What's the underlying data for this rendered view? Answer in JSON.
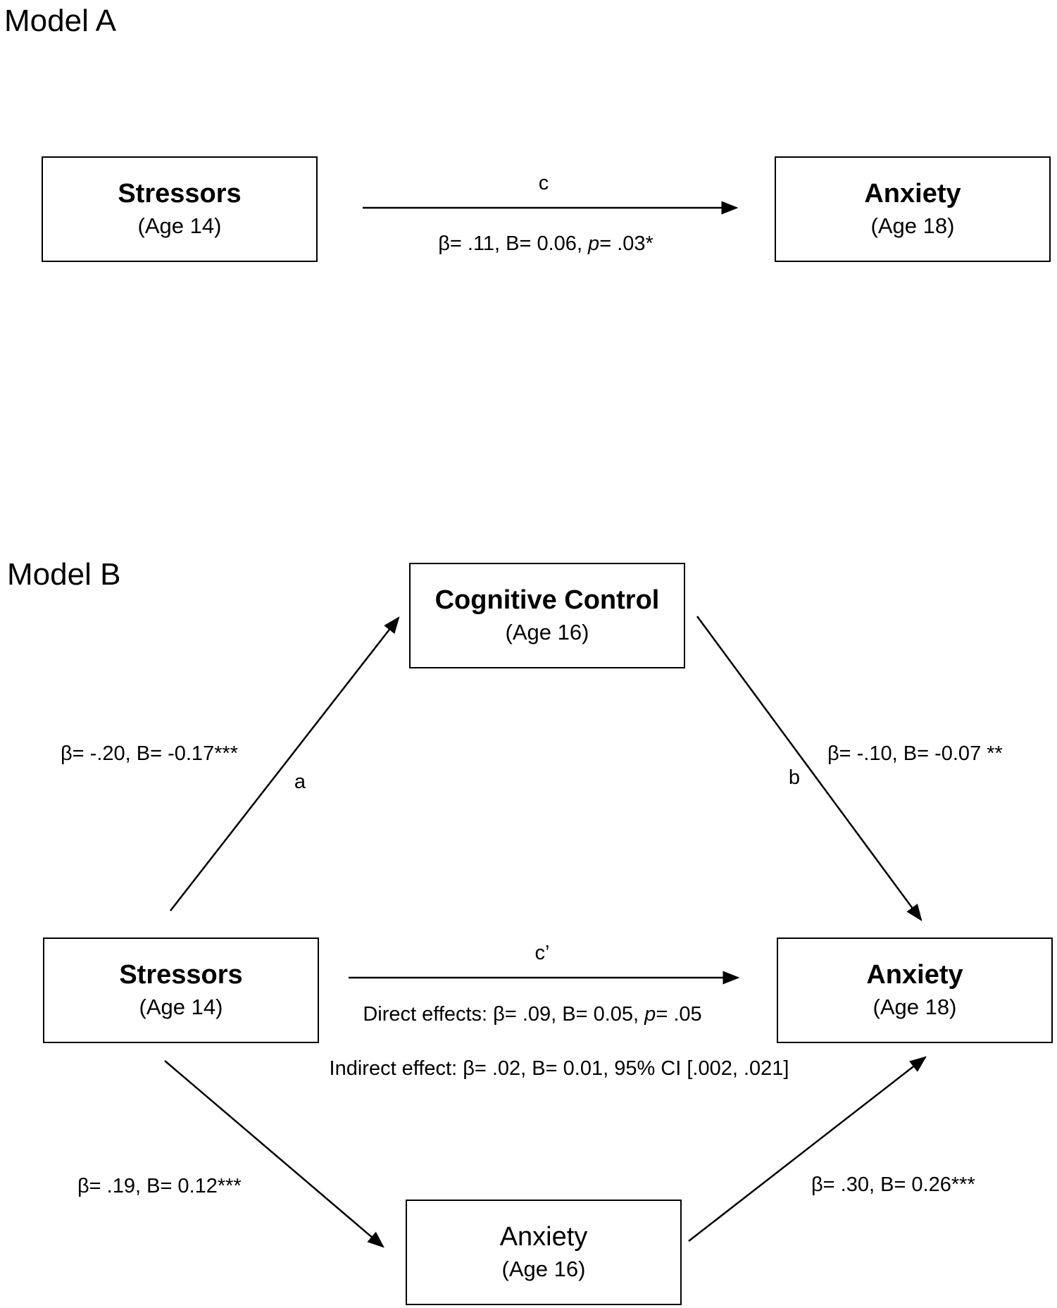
{
  "model_a": {
    "heading": "Model A",
    "stressors": {
      "title": "Stressors",
      "subtitle": "(Age 14)"
    },
    "anxiety": {
      "title": "Anxiety",
      "subtitle": "(Age 18)"
    },
    "path_c": {
      "letter": "c",
      "stats": {
        "prefix": "β= .11, B= 0.06, ",
        "p_symbol": "p",
        "suffix": "= .03*"
      }
    }
  },
  "model_b": {
    "heading": "Model B",
    "cognitive_control": {
      "title": "Cognitive Control",
      "subtitle": "(Age 16)"
    },
    "stressors": {
      "title": "Stressors",
      "subtitle": "(Age 14)"
    },
    "anxiety18": {
      "title": "Anxiety",
      "subtitle": "(Age 18)"
    },
    "anxiety16": {
      "title": "Anxiety",
      "subtitle": "(Age 16)"
    },
    "path_a": {
      "letter": "a",
      "stats": "β= -.20, B= -0.17***"
    },
    "path_b": {
      "letter": "b",
      "stats": "β= -.10, B= -0.07 **"
    },
    "path_c_prime": {
      "letter": "c’",
      "direct": {
        "prefix": "Direct effects: β= .09, B= 0.05, ",
        "p_symbol": "p",
        "suffix": "= .05"
      },
      "indirect": "Indirect effect: β= .02, B= 0.01, 95% CI [.002, .021]"
    },
    "path_stressors_anxiety16": {
      "stats": "β= .19, B= 0.12***"
    },
    "path_anxiety16_anxiety18": {
      "stats": "β= .30, B= 0.26***"
    }
  }
}
